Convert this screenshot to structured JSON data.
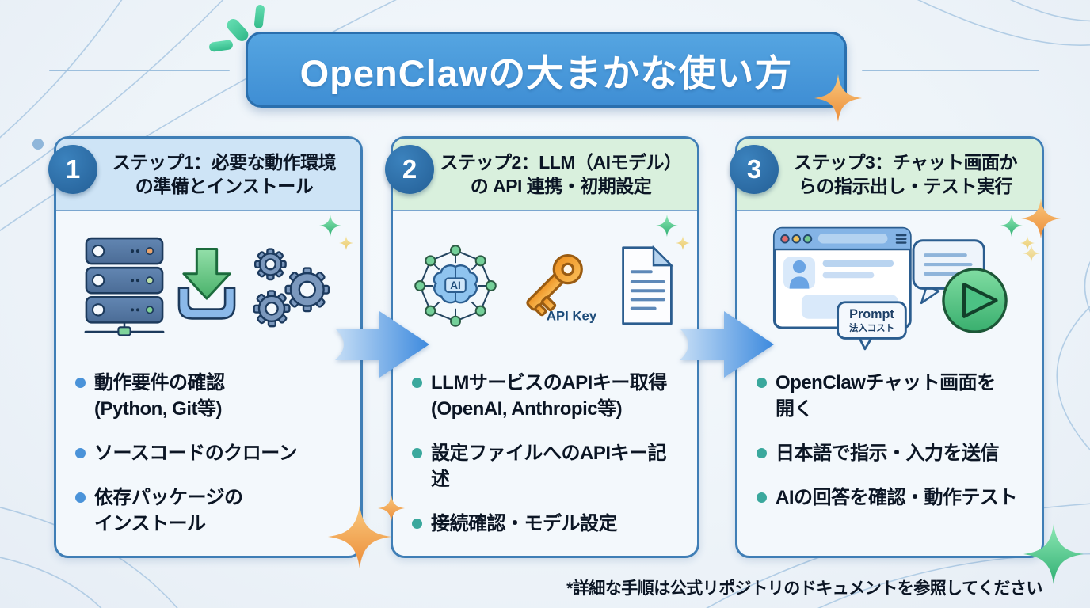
{
  "title": {
    "text": "OpenClawの大まかな使い方"
  },
  "steps": [
    {
      "number": "1",
      "heading": "ステップ1：必要な動作環境\nの準備とインストール",
      "icons": [
        "server-rack-icon",
        "download-icon",
        "gears-icon"
      ],
      "bullets": [
        "動作要件の確認\n(Python, Git等)",
        "ソースコードのクローン",
        "依存パッケージの\nインストール"
      ],
      "header_color": "#cee4f6",
      "accent_color": "#4a93d9"
    },
    {
      "number": "2",
      "heading": "ステップ2：LLM（AIモデル）\nの API 連携・初期設定",
      "icons": [
        "ai-network-icon",
        "api-key-icon",
        "document-icon"
      ],
      "ai_badge": "AI",
      "key_label": "API Key",
      "bullets": [
        "LLMサービスのAPIキー取得\n(OpenAI, Anthropic等)",
        "設定ファイルへのAPIキー記\n述",
        "接続確認・モデル設定"
      ],
      "header_color": "#d9f0dd",
      "accent_color": "#3aa89d"
    },
    {
      "number": "3",
      "heading": "ステップ3：チャット画面か\nらの指示出し・テスト実行",
      "icons": [
        "chat-window-icon",
        "prompt-bubble-icon",
        "play-button-icon"
      ],
      "prompt_label": "Prompt",
      "prompt_sublabel": "法入コスト",
      "bullets": [
        "OpenClawチャット画面を\n開く",
        "日本語で指示・入力を送信",
        "AIの回答を確認・動作テスト"
      ],
      "header_color": "#d9f0dd",
      "accent_color": "#3aa89d"
    }
  ],
  "footnote": "*詳細な手順は公式リポジトリのドキュメントを参照してください",
  "colors": {
    "title_bg": "#459add",
    "card_border": "#3f7eb6",
    "step_badge": "#2b6da5",
    "arrow_blue": "#3d8ade",
    "sparkle_orange": "#f19a4d",
    "sparkle_green": "#49c98b",
    "text": "#0b1524"
  }
}
